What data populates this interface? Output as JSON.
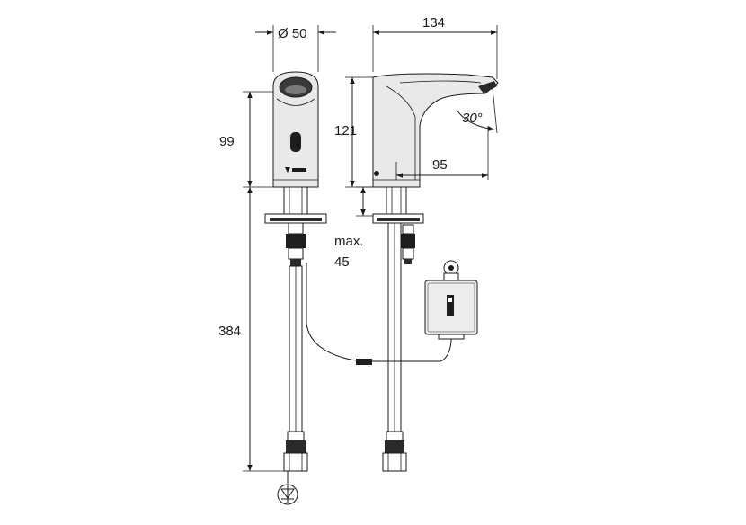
{
  "dimensions": {
    "diameter": "Ø 50",
    "width_134": "134",
    "height_99": "99",
    "height_121": "121",
    "reach_95": "95",
    "angle_30": "30°",
    "max_label": "max.",
    "max_value": "45",
    "hose_384": "384"
  },
  "icons": {
    "brand_logo": "schell-logo-icon",
    "connection_symbol": "non-return-valve-icon",
    "control_box": "control-box-icon"
  }
}
